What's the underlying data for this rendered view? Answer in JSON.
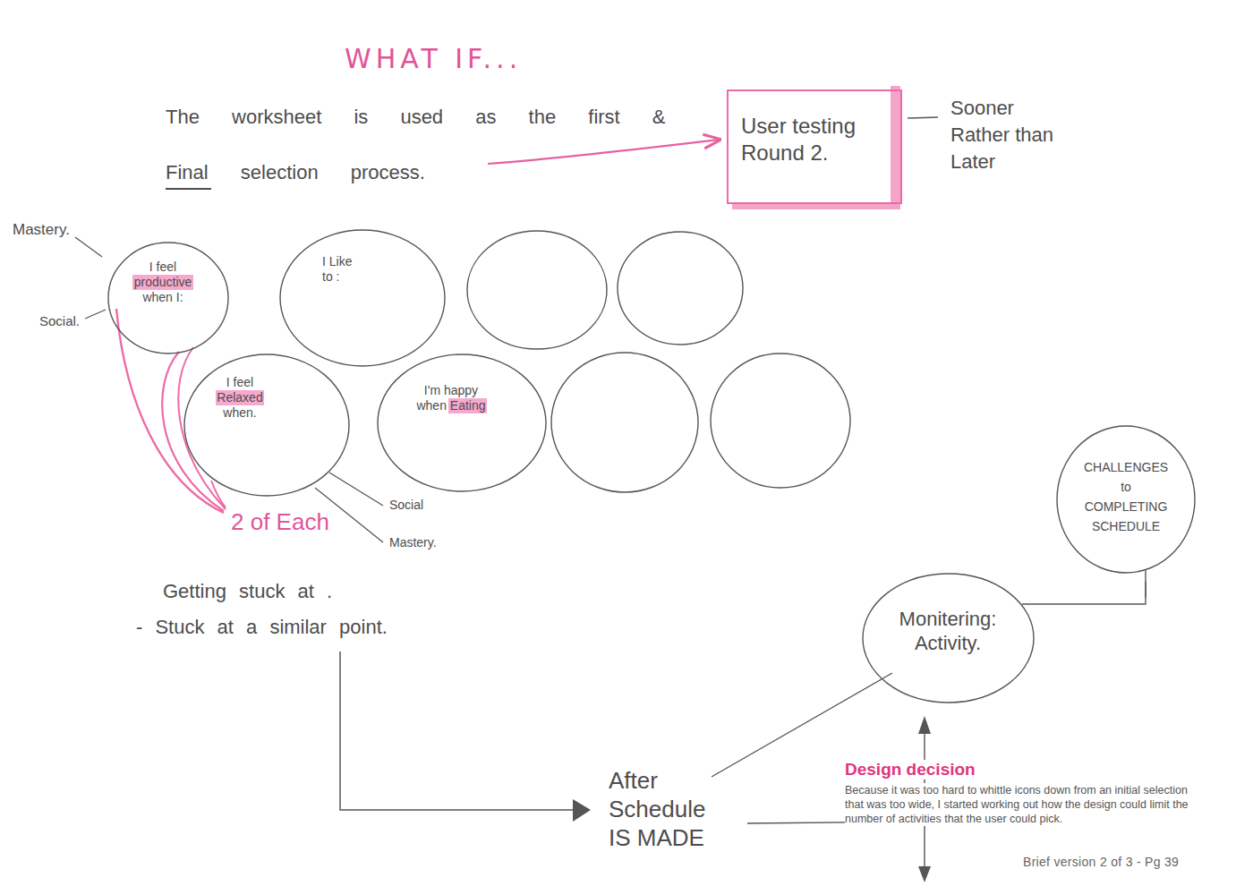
{
  "diagram": {
    "title": "WHAT IF...",
    "caption": "Brief version 2 of 3 - Pg 39",
    "nodes": [
      {
        "text": [
          "User testing Round 2."
        ]
      },
      {
        "text": [
          "I feel productive when I:"
        ]
      },
      {
        "text": [
          "I Like to :"
        ]
      },
      {
        "text": [
          "I feel Relaxed when."
        ]
      },
      {
        "text": [
          "I'm happy when Eating"
        ]
      },
      {
        "text": [
          "CHALLENGES to COMPLETING SCHEDULE"
        ]
      },
      {
        "text": [
          "Monitering: Activity."
        ]
      }
    ],
    "edges": [
      {
        "from": 6,
        "to": 5,
        "arrow": "none"
      }
    ],
    "labels": [
      "The worksheet is used as the first & Final selection process.",
      "Sooner Rather than Later",
      "Mastery.",
      "Social.",
      "2 of Each",
      "Social",
      "Mastery.",
      "Getting stuck at .",
      "- Stuck at a similar point.",
      "After Schedule IS MADE",
      "Design decision",
      "Because it was too hard to whittle icons down from an initial selection that was too wide, I started working out how the design could limit the number of activities that the user could pick."
    ]
  }
}
